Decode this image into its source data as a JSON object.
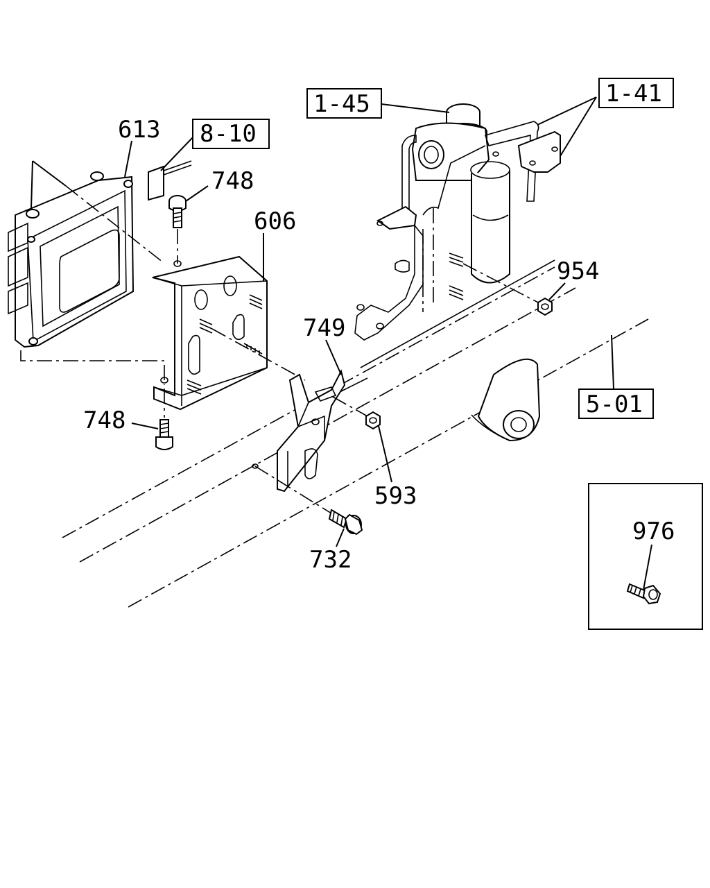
{
  "part_labels": {
    "p613": "613",
    "p748_top": "748",
    "p606": "606",
    "p748_bottom": "748",
    "p749": "749",
    "p593": "593",
    "p732": "732",
    "p954": "954",
    "p976": "976"
  },
  "reference_labels": {
    "ref_8_10": "8-10",
    "ref_1_45": "1-45",
    "ref_1_41": "1-41",
    "ref_5_01": "5-01"
  }
}
